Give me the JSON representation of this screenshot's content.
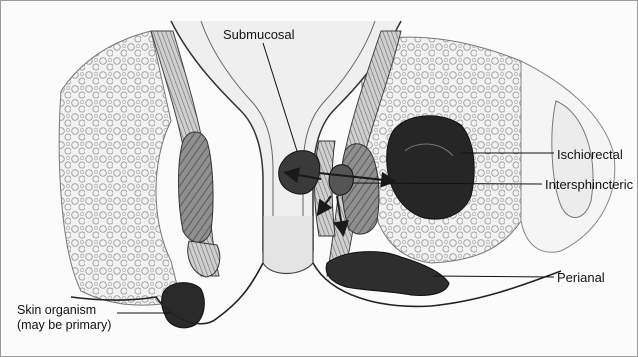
{
  "labels": {
    "submucosal": "Submucosal",
    "ischiorectal": "Ischiorectal",
    "intersphincteric": "Intersphincteric",
    "perianal": "Perianal",
    "skin_organism_line1": "Skin organism",
    "skin_organism_line2": "(may be primary)"
  },
  "colors": {
    "ink": "#1a1a1a",
    "tissue_light": "#e9e9e9",
    "tissue_mid": "#b5b5b5",
    "abscess_dark": "#2a2a2a",
    "background": "#fbfbfb"
  },
  "icons": [
    "arrow-right-icon",
    "arrow-down-icon"
  ]
}
